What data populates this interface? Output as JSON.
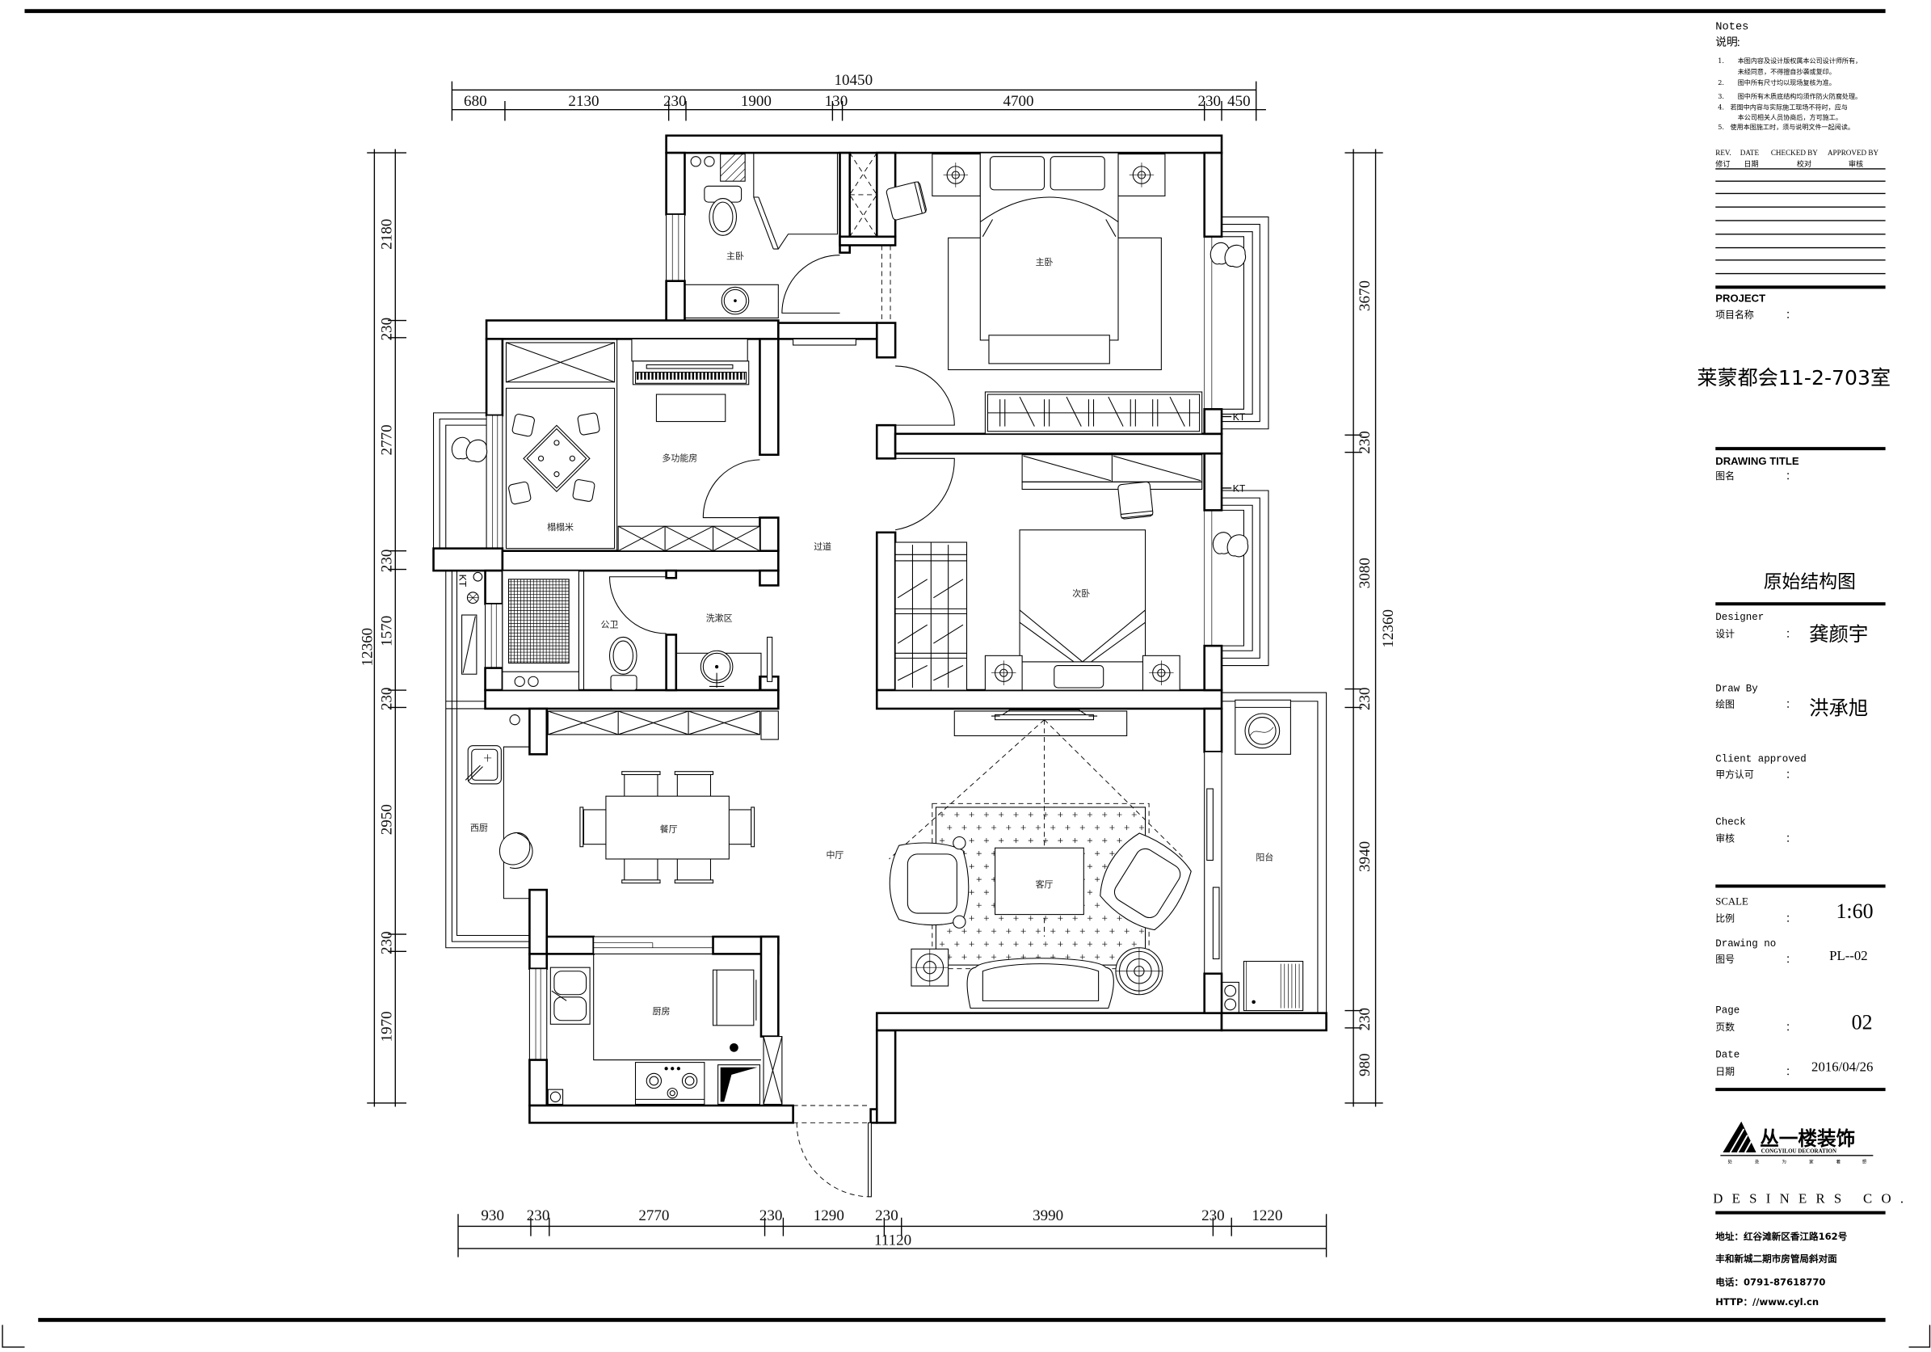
{
  "plan": {
    "dimensions": {
      "top": {
        "total": "10450",
        "segments": [
          "680",
          "2130",
          "230",
          "1900",
          "130",
          "4700",
          "230",
          "450"
        ]
      },
      "bottom": {
        "total": "11120",
        "segments": [
          "930",
          "230",
          "2770",
          "230",
          "1290",
          "230",
          "3990",
          "230",
          "1220"
        ]
      },
      "left": {
        "total": "12360",
        "segments": [
          "2180",
          "230",
          "2770",
          "230",
          "1570",
          "230",
          "2950",
          "230",
          "1970"
        ]
      },
      "right": {
        "total": "12360",
        "segments": [
          "3670",
          "230",
          "3080",
          "230",
          "3940",
          "230",
          "980"
        ]
      }
    },
    "rooms": {
      "master_bath": "主卧",
      "master_bedroom": "主卧",
      "multi_function": "多功能房",
      "tatami": "榻榻米",
      "corridor": "过道",
      "public_bath": "公卫",
      "wash_area": "洗漱区",
      "second_bedroom": "次卧",
      "western_kitchen": "西厨",
      "dining": "餐厅",
      "middle_hall": "中厅",
      "living": "客厅",
      "balcony": "阳台",
      "kitchen": "厨房"
    },
    "markers": {
      "ac_master": "KT",
      "ac_second": "KT",
      "ac_left": "KT"
    }
  },
  "title_block": {
    "notes": {
      "title_en": "Notes",
      "title_cn": "说明",
      "colon": "：",
      "items": [
        {
          "num": "1.",
          "line1": "本图内容及设计版权属本公司设计师所有，",
          "line2": "未经同意，不得擅自抄袭或复印。"
        },
        {
          "num": "2.",
          "line1": "图中所有尺寸均以现场复核为准。"
        },
        {
          "num": "3.",
          "line1": "图中所有木质底结构均须作防火防腐处理。"
        },
        {
          "num": "4.",
          "line1": "若图中内容与实际施工现场不符时，应与",
          "line2": "本公司相关人员协商后，方可施工。"
        },
        {
          "num": "5.",
          "line1": "使用本图施工时，须与说明文件一起阅读。"
        }
      ]
    },
    "revision": {
      "headers_en": [
        "REV.",
        "DATE",
        "CHECKED BY",
        "APPROVED BY"
      ],
      "headers_cn": [
        "修订",
        "日期",
        "校对",
        "审核"
      ]
    },
    "project": {
      "label_en": "PROJECT",
      "label_cn": "项目名称",
      "value": "莱蒙都会11-2-703室"
    },
    "drawing_title": {
      "label_en": "DRAWING  TITLE",
      "label_cn": "图名",
      "value": "原始结构图"
    },
    "designer": {
      "label_en": "Designer",
      "label_cn": "设计",
      "value": "龚颜宇"
    },
    "draw_by": {
      "label_en": "Draw By",
      "label_cn": "绘图",
      "value": "洪承旭"
    },
    "client_approved": {
      "label_en": "Client approved",
      "label_cn": "甲方认可",
      "value": ""
    },
    "check": {
      "label_en": "Check",
      "label_cn": "审核",
      "value": ""
    },
    "scale": {
      "label_en": "SCALE",
      "label_cn": "比例",
      "value": "1:60"
    },
    "drawing_no": {
      "label_en": "Drawing  no",
      "label_cn": "图号",
      "value": "PL--02"
    },
    "page": {
      "label_en": "Page",
      "label_cn": "页数",
      "value": "02"
    },
    "date": {
      "label_en": "Date",
      "label_cn": "日期",
      "value": "2016/04/26"
    },
    "company": {
      "logo_cn": "丛一楼装饰",
      "logo_en": "CONGYILOU DECORATION",
      "slogan": [
        "处",
        "处",
        "为",
        "家",
        "着",
        "想"
      ],
      "tagline": "DESINERS CO.",
      "address_1": "地址：红谷滩新区香江路162号",
      "address_2": "丰和新城二期市房管局斜对面",
      "phone": "电话：0791-87618770",
      "website": "HTTP：//www.cyl.cn"
    }
  }
}
